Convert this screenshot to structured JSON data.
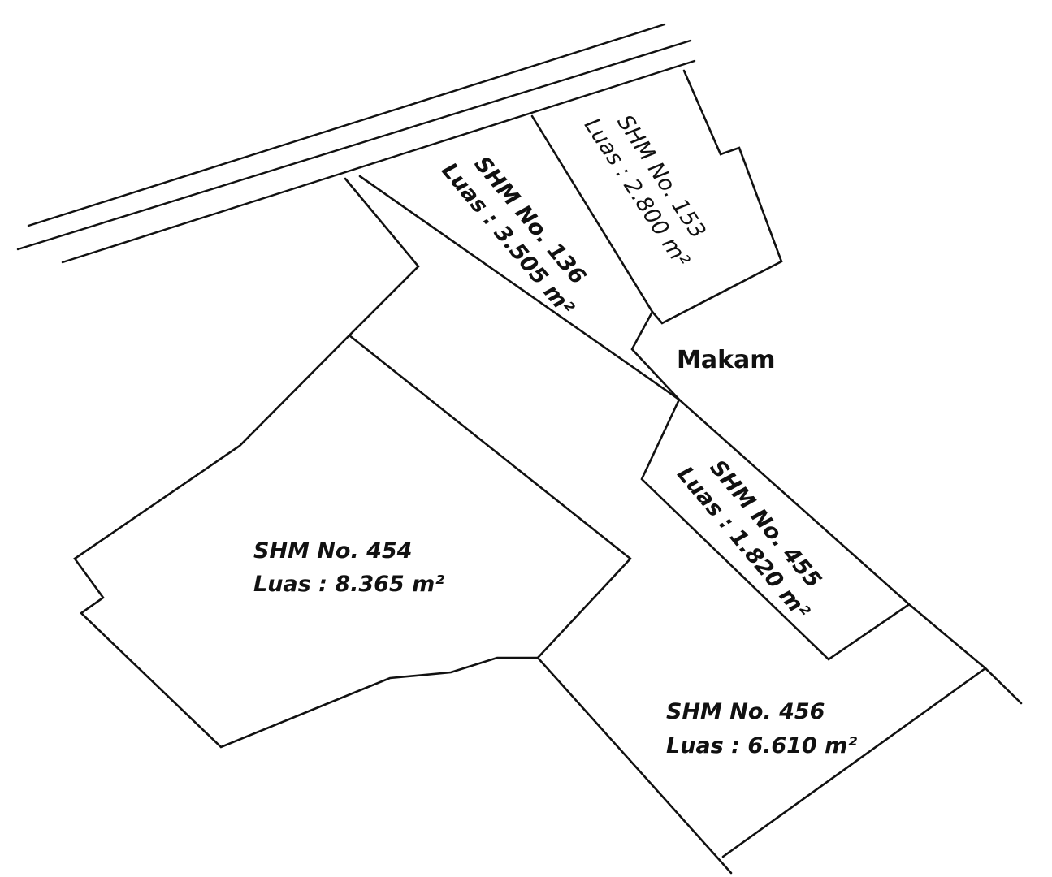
{
  "parcels": [
    {
      "id": "153",
      "number": "SHM No. 153",
      "area": "Luas : 2.800 m²"
    },
    {
      "id": "136",
      "number": "SHM No. 136",
      "area": "Luas : 3.505 m²"
    },
    {
      "id": "455",
      "number": "SHM No. 455",
      "area": "Luas : 1.820 m²"
    },
    {
      "id": "454",
      "number": "SHM No. 454",
      "area": "Luas : 8.365 m²"
    },
    {
      "id": "456",
      "number": "SHM No. 456",
      "area": "Luas : 6.610 m²"
    }
  ],
  "landmark": "Makam",
  "colors": {
    "ink": "#111111",
    "paper": "#ffffff"
  }
}
